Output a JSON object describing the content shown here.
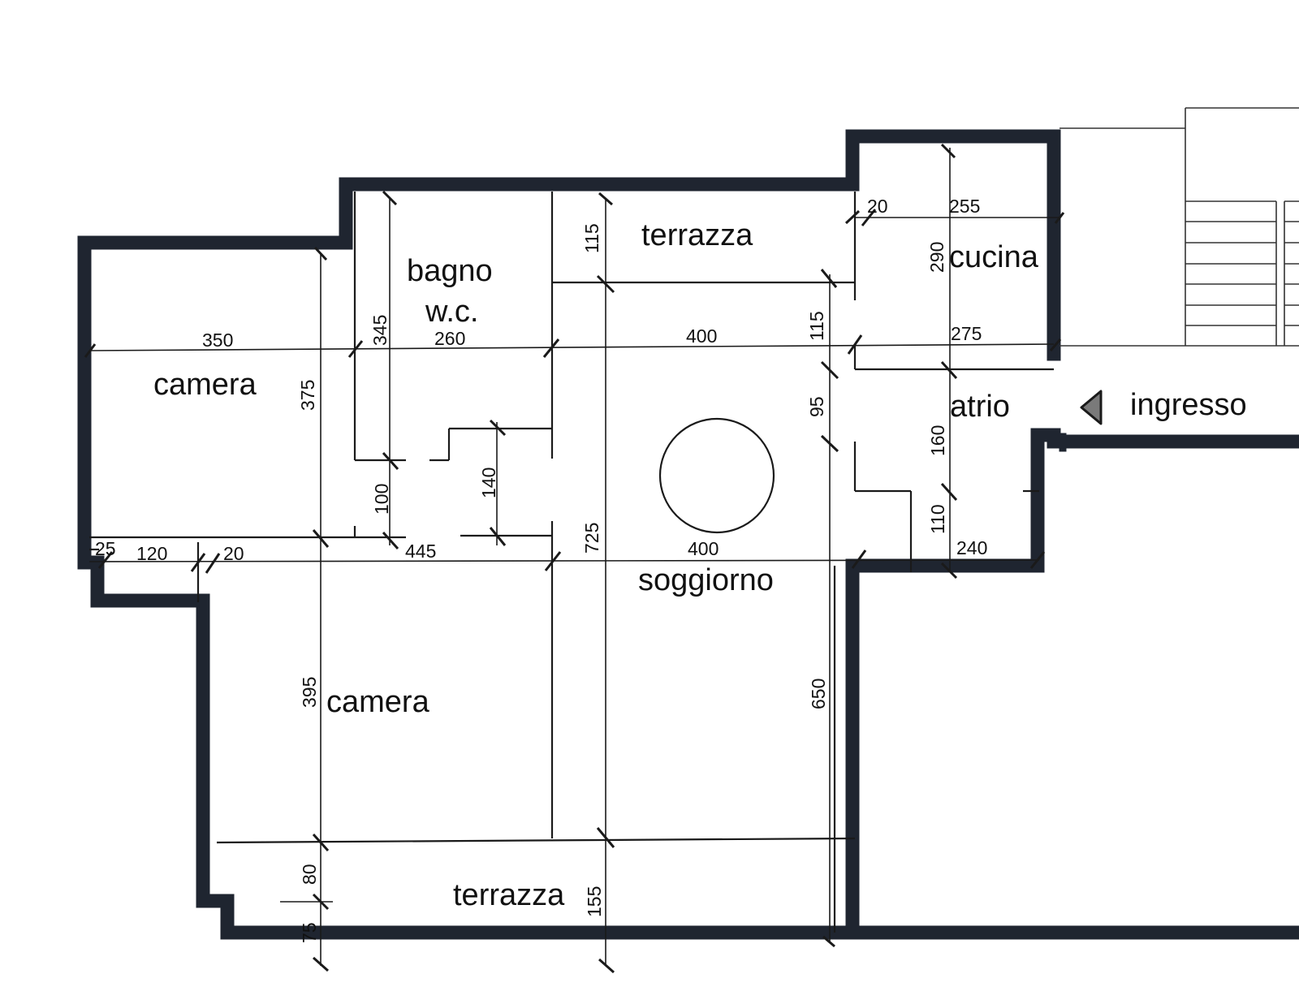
{
  "rooms": {
    "camera_upper": "camera",
    "bagno_line1": "bagno",
    "bagno_line2": "w.c.",
    "terrazza_upper": "terrazza",
    "cucina": "cucina",
    "atrio": "atrio",
    "ingresso": "ingresso",
    "soggiorno": "soggiorno",
    "camera_lower": "camera",
    "terrazza_lower": "terrazza"
  },
  "dimensions": {
    "d350": "350",
    "d260": "260",
    "d400_top": "400",
    "d275": "275",
    "d255": "255",
    "d20_top": "20",
    "d290": "290",
    "d115_terrazza": "115",
    "d115_right": "115",
    "d95": "95",
    "d160": "160",
    "d110": "110",
    "d240": "240",
    "d400_mid": "400",
    "d445": "445",
    "d25": "25",
    "d120": "120",
    "d20_mid": "20",
    "d375": "375",
    "d345": "345",
    "d100": "100",
    "d140": "140",
    "d725": "725",
    "d650": "650",
    "d395": "395",
    "d80": "80",
    "d75": "75",
    "d155": "155"
  },
  "colors": {
    "wall": "#1f2530",
    "line": "#1a1a1a",
    "background": "#ffffff"
  }
}
